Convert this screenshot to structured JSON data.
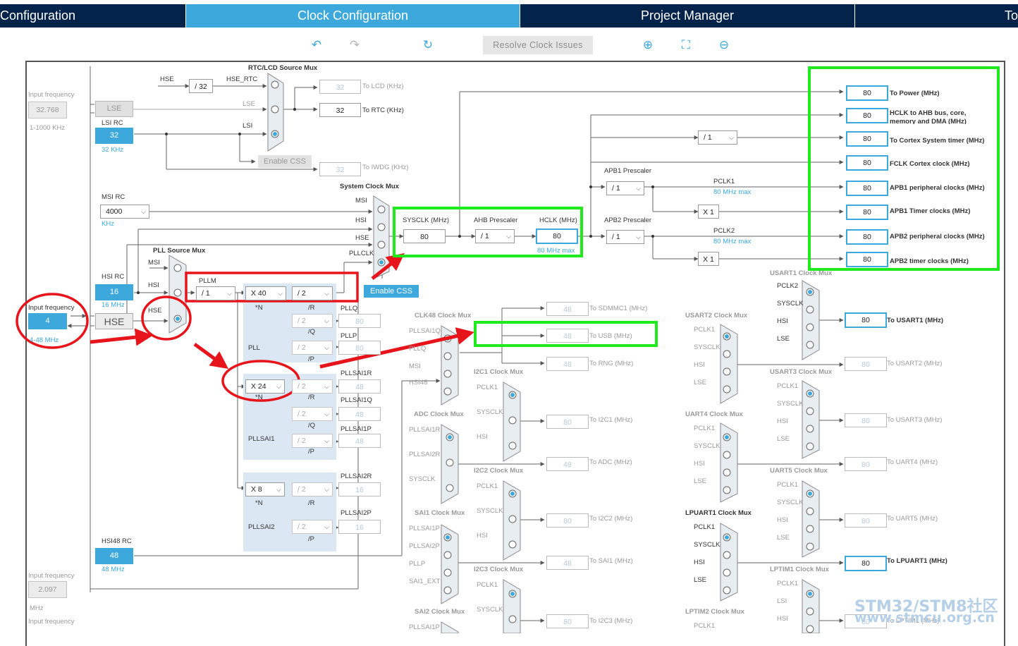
{
  "tabs": [
    {
      "label": "Pinout & Configuration",
      "visible": "Configuration"
    },
    {
      "label": "Clock Configuration"
    },
    {
      "label": "Project Manager"
    },
    {
      "label": "Tools",
      "visible": "To"
    }
  ],
  "toolbar": {
    "resolve_label": "Resolve Clock Issues"
  },
  "left": {
    "input_freq_label": "Input frequency",
    "lse_freq": "32.768",
    "lse_range": "1-1000 KHz",
    "lse": "LSE",
    "lsi_rc": "LSI RC",
    "lsi_val": "32",
    "lsi_unit": "32 KHz",
    "msi_rc": "MSI RC",
    "msi_val": "4000",
    "msi_unit": "KHz",
    "hsi_rc": "HSI RC",
    "hsi_val": "16",
    "hsi_unit": "16 MHz",
    "hse_freq_label": "Input frequency",
    "hse_freq": "4",
    "hse_range": "4-48 MHz",
    "hse": "HSE",
    "hsi48_rc": "HSI48 RC",
    "hsi48_val": "48",
    "hsi48_unit": "48 MHz",
    "bottom_freq_label": "Input frequency",
    "bottom_freq": "2.097",
    "bottom_unit": "MHz",
    "bottom_freq_label2": "Input frequency"
  },
  "rtc": {
    "title": "RTC/LCD Source Mux",
    "hse": "HSE",
    "div": "/ 32",
    "hse_rtc": "HSE_RTC",
    "lse": "LSE",
    "lsi": "LSI",
    "enable_css": "Enable CSS",
    "lcd_val": "32",
    "lcd_label": "To LCD (KHz)",
    "rtc_val": "32",
    "rtc_label": "To RTC (KHz)",
    "iwdg_val": "32",
    "iwdg_label": "To IWDG (KHz)"
  },
  "sysmux": {
    "title": "System Clock Mux",
    "msi": "MSI",
    "hsi": "HSI",
    "hse": "HSE",
    "pllclk": "PLLCLK",
    "enable_css": "Enable CSS"
  },
  "pllmux": {
    "title": "PLL Source Mux",
    "msi": "MSI",
    "hsi": "HSI",
    "hse": "HSE"
  },
  "pll": {
    "pllm_label": "PLLM",
    "pllm": "/ 1",
    "n": "X 40",
    "n_label": "*N",
    "r": "/ 2",
    "r_label": "/R",
    "q": "/ 2",
    "q_label": "/Q",
    "p": "/ 2",
    "p_label": "/P",
    "name": "PLL",
    "pllq": "PLLQ",
    "pllq_val": "80",
    "pllp": "PLLP",
    "pllp_val": "80"
  },
  "pllsai1": {
    "n": "X 24",
    "n_label": "*N",
    "r": "/ 2",
    "r_label": "/R",
    "q": "/ 2",
    "q_label": "/Q",
    "p": "/ 2",
    "p_label": "/P",
    "name": "PLLSAI1",
    "r_out": "PLLSAI1R",
    "r_val": "48",
    "q_out": "PLLSAI1Q",
    "q_val": "48",
    "p_out": "PLLSAI1P",
    "p_val": "48"
  },
  "pllsai2": {
    "n": "X 8",
    "n_label": "*N",
    "r": "/ 2",
    "r_label": "/R",
    "p": "/ 2",
    "p_label": "/P",
    "name": "PLLSAI2",
    "r_out": "PLLSAI2R",
    "r_val": "16",
    "p_out": "PLLSAI2P",
    "p_val": "16"
  },
  "sys": {
    "sysclk_label": "SYSCLK (MHz)",
    "sysclk": "80",
    "ahb_label": "AHB Prescaler",
    "ahb": "/ 1",
    "hclk_label": "HCLK (MHz)",
    "hclk": "80",
    "hclk_max": "80 MHz max"
  },
  "apb": {
    "div_cortex": "/ 1",
    "apb1_label": "APB1 Prescaler",
    "apb1": "/ 1",
    "pclk1": "PCLK1",
    "pclk1_max": "80 MHz max",
    "x1a": "X 1",
    "apb2_label": "APB2 Prescaler",
    "apb2": "/ 1",
    "pclk2": "PCLK2",
    "pclk2_max": "80 MHz max",
    "x1b": "X 1"
  },
  "outputs": [
    {
      "val": "80",
      "label": "To Power (MHz)"
    },
    {
      "val": "80",
      "label": "HCLK to AHB bus, core,",
      "label2": "memory and DMA (MHz)"
    },
    {
      "val": "80",
      "label": "To Cortex System timer (MHz)"
    },
    {
      "val": "80",
      "label": "FCLK Cortex clock (MHz)"
    },
    {
      "val": "80",
      "label": "APB1 peripheral clocks (MHz)"
    },
    {
      "val": "80",
      "label": "APB1 Timer clocks (MHz)"
    },
    {
      "val": "80",
      "label": "APB2 peripheral clocks (MHz)"
    },
    {
      "val": "80",
      "label": "APB2 timer clocks (MHz)"
    }
  ],
  "clk48": {
    "title": "CLK48 Clock Mux",
    "inputs": [
      "PLLSAI1Q",
      "PLLQ",
      "MSI",
      "HSI48"
    ],
    "sdmmc_val": "48",
    "sdmmc": "To SDMMC1 (MHz)",
    "usb_val": "48",
    "usb": "To USB (MHz)",
    "rng_val": "48",
    "rng": "To RNG (MHz)"
  },
  "adc": {
    "title": "ADC Clock Mux",
    "inputs": [
      "PLLSAI1R",
      "PLLSAI2R",
      "SYSCLK"
    ],
    "val": "48",
    "label": "To ADC (MHz)"
  },
  "sai1": {
    "title": "SAI1 Clock Mux",
    "inputs": [
      "PLLSAI1P",
      "PLLSAI2P",
      "PLLP",
      "SAI1_EXT"
    ],
    "val": "48",
    "label": "To SAI1 (MHz)"
  },
  "sai2": {
    "title": "SAI2 Clock Mux",
    "inputs": [
      "PLLSAI1P"
    ]
  },
  "i2c1": {
    "title": "I2C1 Clock Mux",
    "inputs": [
      "PCLK1",
      "SYSCLK",
      "HSI"
    ],
    "val": "80",
    "label": "To I2C1 (MHz)"
  },
  "i2c2": {
    "title": "I2C2 Clock Mux",
    "inputs": [
      "PCLK1",
      "SYSCLK",
      "HSI"
    ],
    "val": "80",
    "label": "To I2C2 (MHz)"
  },
  "i2c3": {
    "title": "I2C3 Clock Mux",
    "inputs": [
      "PCLK1",
      "SYSCLK"
    ],
    "val": "80",
    "label": "To I2C3 (MHz)"
  },
  "usart1": {
    "title": "USART1 Clock Mux",
    "inputs": [
      "PCLK2",
      "SYSCLK",
      "HSI",
      "LSE"
    ],
    "val": "80",
    "label": "To USART1 (MHz)"
  },
  "usart2": {
    "title": "USART2 Clock Mux",
    "inputs": [
      "PCLK1",
      "SYSCLK",
      "HSI",
      "LSE"
    ],
    "val": "80",
    "label": "To USART2 (MHz)"
  },
  "usart3": {
    "title": "USART3 Clock Mux",
    "inputs": [
      "PCLK1",
      "SYSCLK",
      "HSI",
      "LSE"
    ],
    "val": "80",
    "label": "To USART3 (MHz)"
  },
  "uart4": {
    "title": "UART4 Clock Mux",
    "inputs": [
      "PCLK1",
      "SYSCLK",
      "HSI",
      "LSE"
    ],
    "val": "80",
    "label": "To UART4 (MHz)"
  },
  "uart5": {
    "title": "UART5 Clock Mux",
    "inputs": [
      "PCLK1",
      "SYSCLK",
      "HSI",
      "LSE"
    ],
    "val": "80",
    "label": "To UART5 (MHz)"
  },
  "lpuart1": {
    "title": "LPUART1 Clock Mux",
    "inputs": [
      "PCLK1",
      "SYSCLK",
      "HSI",
      "LSE"
    ],
    "val": "80",
    "label": "To LPUART1 (MHz)"
  },
  "lptim1": {
    "title": "LPTIM1 Clock Mux",
    "inputs": [
      "PCLK1",
      "LSI",
      "HSI"
    ],
    "val": "80",
    "label": "To LPTIM1 (MHz)"
  },
  "lptim2": {
    "title": "LPTIM2 Clock Mux",
    "inputs": [
      "PCLK1"
    ]
  },
  "watermark": {
    "line1": "STM32/STM8社区",
    "line2": "www.stmcu.org.cn"
  },
  "colors": {
    "topbar": "#03234b",
    "active_tab": "#3ca8dc",
    "highlight_red": "#e8141b",
    "highlight_green": "#1eea1e"
  }
}
